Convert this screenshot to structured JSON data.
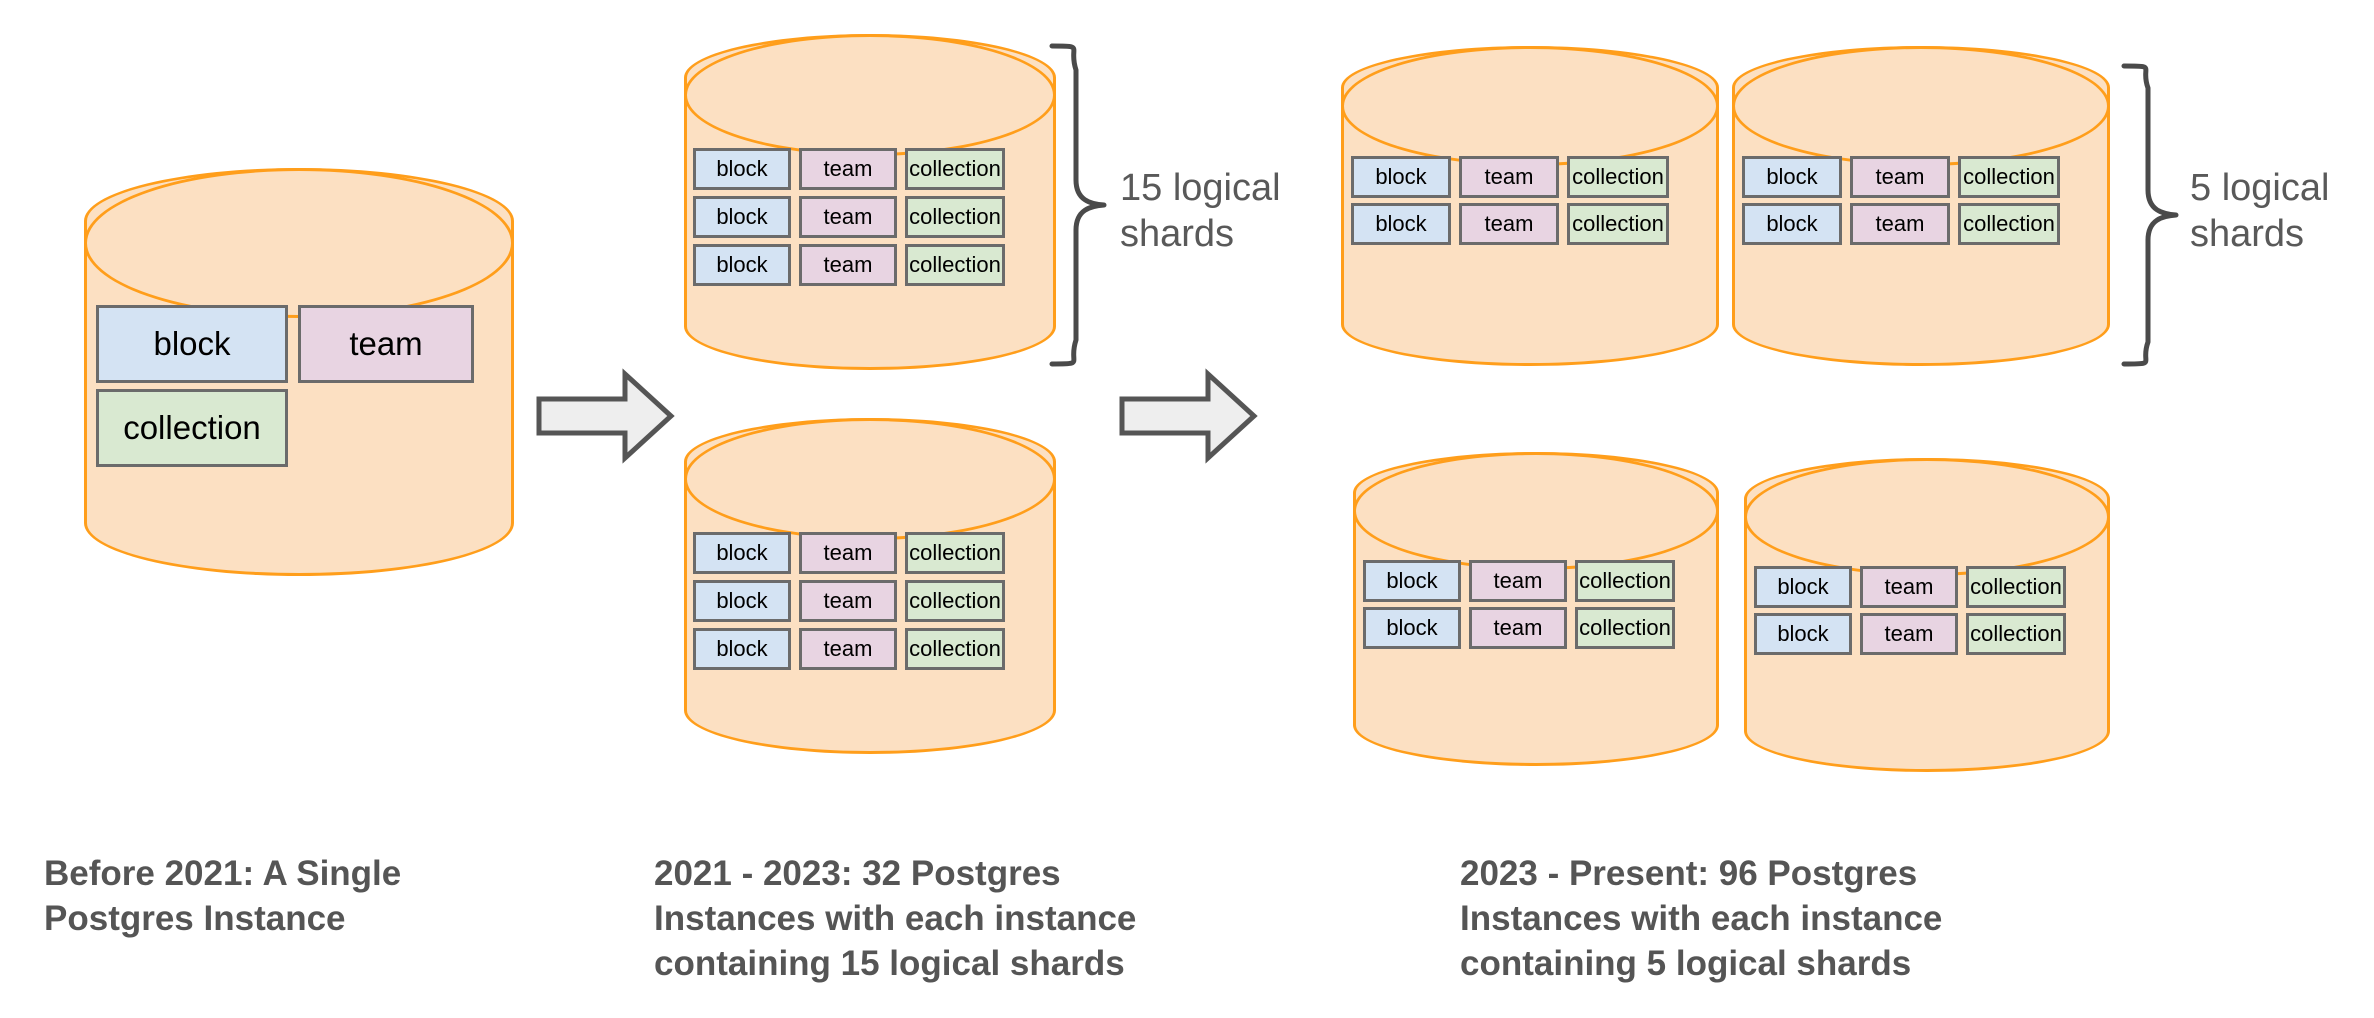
{
  "diagram": {
    "title_semantic": "notion-postgres-sharding-evolution",
    "chip_labels": {
      "block": "block",
      "team": "team",
      "collection": "collection"
    },
    "stages": [
      {
        "id": "stage-1",
        "caption": "Before 2021: A Single\nPostgres Instance",
        "instances": [
          {
            "rows": [
              [
                "block",
                "team"
              ],
              [
                "collection"
              ]
            ]
          }
        ],
        "annotation": null
      },
      {
        "id": "stage-2",
        "caption": "2021 - 2023: 32 Postgres\nInstances with each instance\ncontaining 15 logical shards",
        "instances": [
          {
            "rows": [
              [
                "block",
                "team",
                "collection"
              ],
              [
                "block",
                "team",
                "collection"
              ],
              [
                "block",
                "team",
                "collection"
              ]
            ]
          },
          {
            "rows": [
              [
                "block",
                "team",
                "collection"
              ],
              [
                "block",
                "team",
                "collection"
              ],
              [
                "block",
                "team",
                "collection"
              ]
            ]
          }
        ],
        "annotation": "15 logical\nshards"
      },
      {
        "id": "stage-3",
        "caption": "2023 - Present: 96 Postgres\nInstances with each instance\ncontaining 5 logical shards",
        "instances": [
          {
            "rows": [
              [
                "block",
                "team",
                "collection"
              ],
              [
                "block",
                "team",
                "collection"
              ]
            ]
          },
          {
            "rows": [
              [
                "block",
                "team",
                "collection"
              ],
              [
                "block",
                "team",
                "collection"
              ]
            ]
          },
          {
            "rows": [
              [
                "block",
                "team",
                "collection"
              ],
              [
                "block",
                "team",
                "collection"
              ]
            ]
          },
          {
            "rows": [
              [
                "block",
                "team",
                "collection"
              ],
              [
                "block",
                "team",
                "collection"
              ]
            ]
          }
        ],
        "annotation": "5 logical\nshards"
      }
    ],
    "arrows": [
      {
        "id": "arrow-1",
        "label": ""
      },
      {
        "id": "arrow-2",
        "label": ""
      }
    ],
    "colors": {
      "background": "#ffffff",
      "cylinder_fill": "#fce0c2",
      "cylinder_stroke": "#ff9e1b",
      "block_fill": "#d4e3f3",
      "team_fill": "#e8d4e2",
      "collection_fill": "#d9e9d1",
      "chip_stroke": "#6b6b6b",
      "arrow_fill": "#eeeeee",
      "arrow_stroke": "#555555",
      "text": "#555555",
      "annotation_text": "#595959"
    }
  }
}
